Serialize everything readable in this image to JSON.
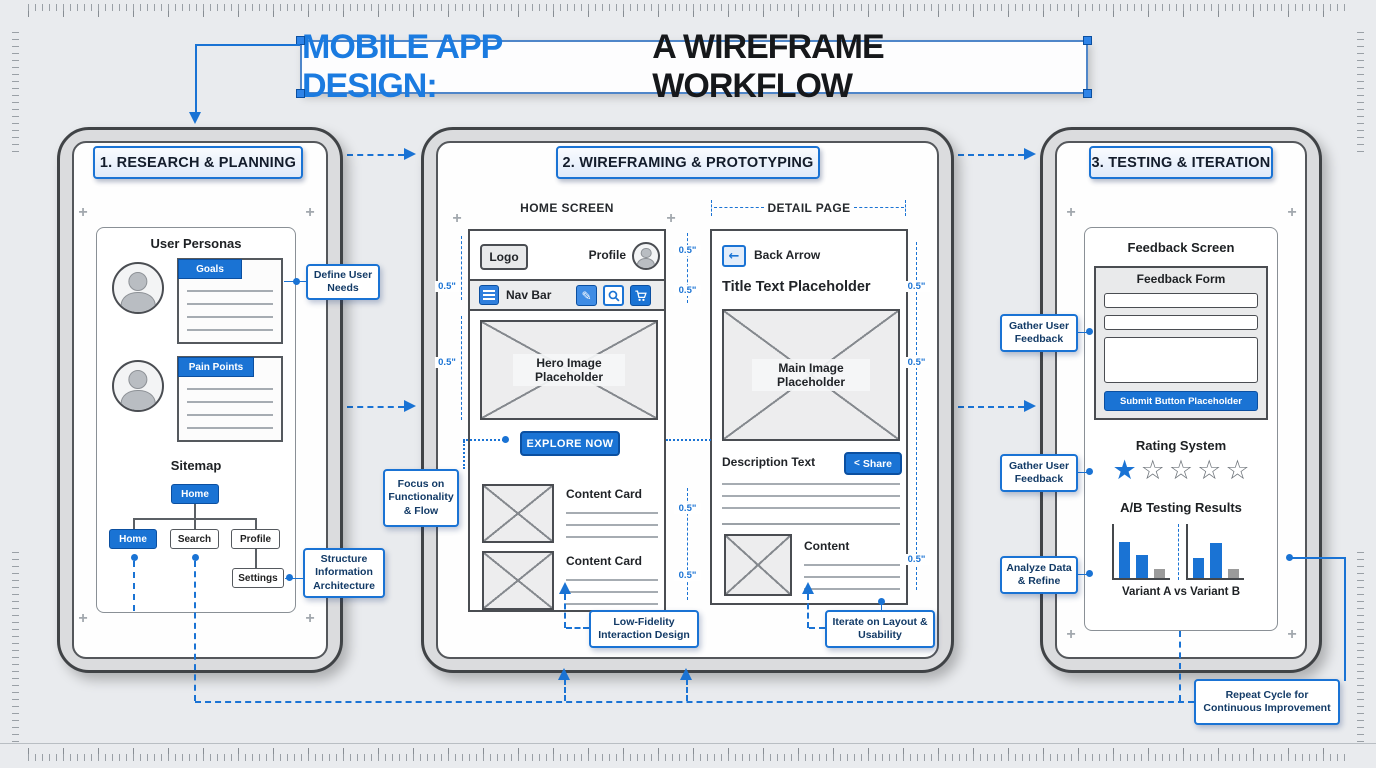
{
  "title": {
    "part1": "MOBILE APP DESIGN:",
    "part2": "A WIREFRAME WORKFLOW"
  },
  "measure": "0.5\"",
  "phase1": {
    "badge": "1. RESEARCH & PLANNING",
    "personas_heading": "User Personas",
    "persona1_label": "Goals",
    "persona2_label": "Pain Points",
    "sitemap_heading": "Sitemap",
    "sitemap_root": "Home",
    "sitemap_child1": "Home",
    "sitemap_child2": "Search",
    "sitemap_child3": "Profile",
    "sitemap_child4": "Settings",
    "callout_define": "Define User Needs",
    "callout_structure": "Structure Information Architecture"
  },
  "phase2": {
    "badge": "2. WIREFRAMING & PROTOTYPING",
    "home_caption": "HOME SCREEN",
    "detail_caption": "DETAIL PAGE",
    "logo": "Logo",
    "profile": "Profile",
    "navbar": "Nav Bar",
    "hero": "Hero Image Placeholder",
    "cta": "EXPLORE NOW",
    "card1_title": "Content Card",
    "card2_title": "Content Card",
    "back_label": "Back Arrow",
    "detail_title": "Title Text Placeholder",
    "main_image": "Main Image Placeholder",
    "description": "Description Text",
    "share": "Share",
    "content": "Content",
    "callout_focus": "Focus on Functionality & Flow",
    "callout_lofi": "Low-Fidelity Interaction Design",
    "callout_iterate": "Iterate on Layout & Usability"
  },
  "phase3": {
    "badge": "3. TESTING & ITERATION",
    "screen_heading": "Feedback Screen",
    "form_heading": "Feedback Form",
    "submit": "Submit Button Placeholder",
    "rating_heading": "Rating System",
    "rating": {
      "filled": 1,
      "total": 5
    },
    "ab_heading": "A/B Testing Results",
    "ab_caption": "Variant A vs Variant B",
    "callout_gather1": "Gather User Feedback",
    "callout_gather2": "Gather User Feedback",
    "callout_analyze": "Analyze Data & Refine",
    "callout_repeat": "Repeat Cycle for Continuous Improvement"
  },
  "icons": {
    "hamburger": "menu-lines",
    "pen": "✎",
    "search": "magnifier",
    "cart": "shopping-cart",
    "back": "←",
    "share": "<",
    "star_filled": "★",
    "star_empty": "☆",
    "profile": "person-circle"
  },
  "colors": {
    "accent": "#1a73d4",
    "frame": "#404346"
  },
  "chart_data": {
    "type": "bar",
    "title": "A/B Testing Results",
    "caption": "Variant A vs Variant B",
    "series": [
      {
        "name": "Variant A",
        "values": [
          80,
          52,
          20
        ],
        "colors": [
          "#1a73d4",
          "#1a73d4",
          "#9b9b9b"
        ]
      },
      {
        "name": "Variant B",
        "values": [
          45,
          78,
          20
        ],
        "colors": [
          "#1a73d4",
          "#1a73d4",
          "#9b9b9b"
        ]
      }
    ]
  }
}
